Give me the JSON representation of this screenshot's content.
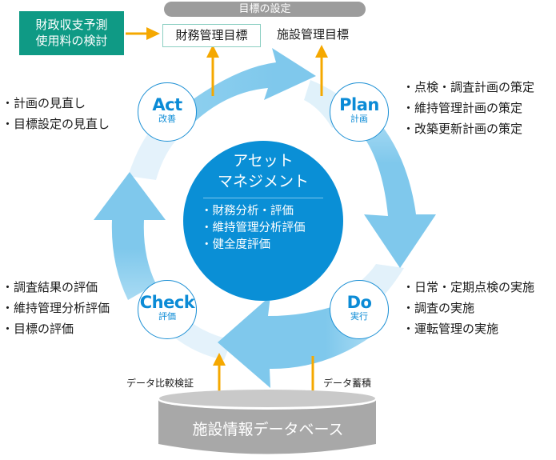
{
  "diagram": {
    "goal_setting_header": "目標の設定",
    "financial_planning_box": {
      "lines": [
        "財政収支予測",
        "使用料の検討"
      ],
      "color": "#0f9a85"
    },
    "financial_goal": "財務管理目標",
    "facility_goal": "施設管理目標",
    "center": {
      "title_lines": [
        "アセット",
        "マネジメント"
      ],
      "items": [
        "・財務分析・評価",
        "・維持管理分析評価",
        "・健全度評価"
      ],
      "color": "#0a8fd6"
    },
    "cycle": {
      "act": {
        "en": "Act",
        "jp": "改善",
        "items": [
          "・計画の見直し",
          "・目標設定の見直し"
        ]
      },
      "plan": {
        "en": "Plan",
        "jp": "計画",
        "items": [
          "・点検・調査計画の策定",
          "・維持管理計画の策定",
          "・改築更新計画の策定"
        ]
      },
      "do": {
        "en": "Do",
        "jp": "実行",
        "items": [
          "・日常・定期点検の実施",
          "・調査の実施",
          "・運転管理の実施"
        ]
      },
      "check": {
        "en": "Check",
        "jp": "評価",
        "items": [
          "・調査結果の評価",
          "・維持管理分析評価",
          "・目標の評価"
        ]
      }
    },
    "data_compare_label": "データ比較検証",
    "data_store_label": "データ蓄積",
    "database_label": "施設情報データベース",
    "colors": {
      "cycle_arrow": "#7fc8ec",
      "orange_arrow": "#f5a800",
      "circle_border": "#1b8fd4",
      "database": "#a8a8a8"
    }
  }
}
